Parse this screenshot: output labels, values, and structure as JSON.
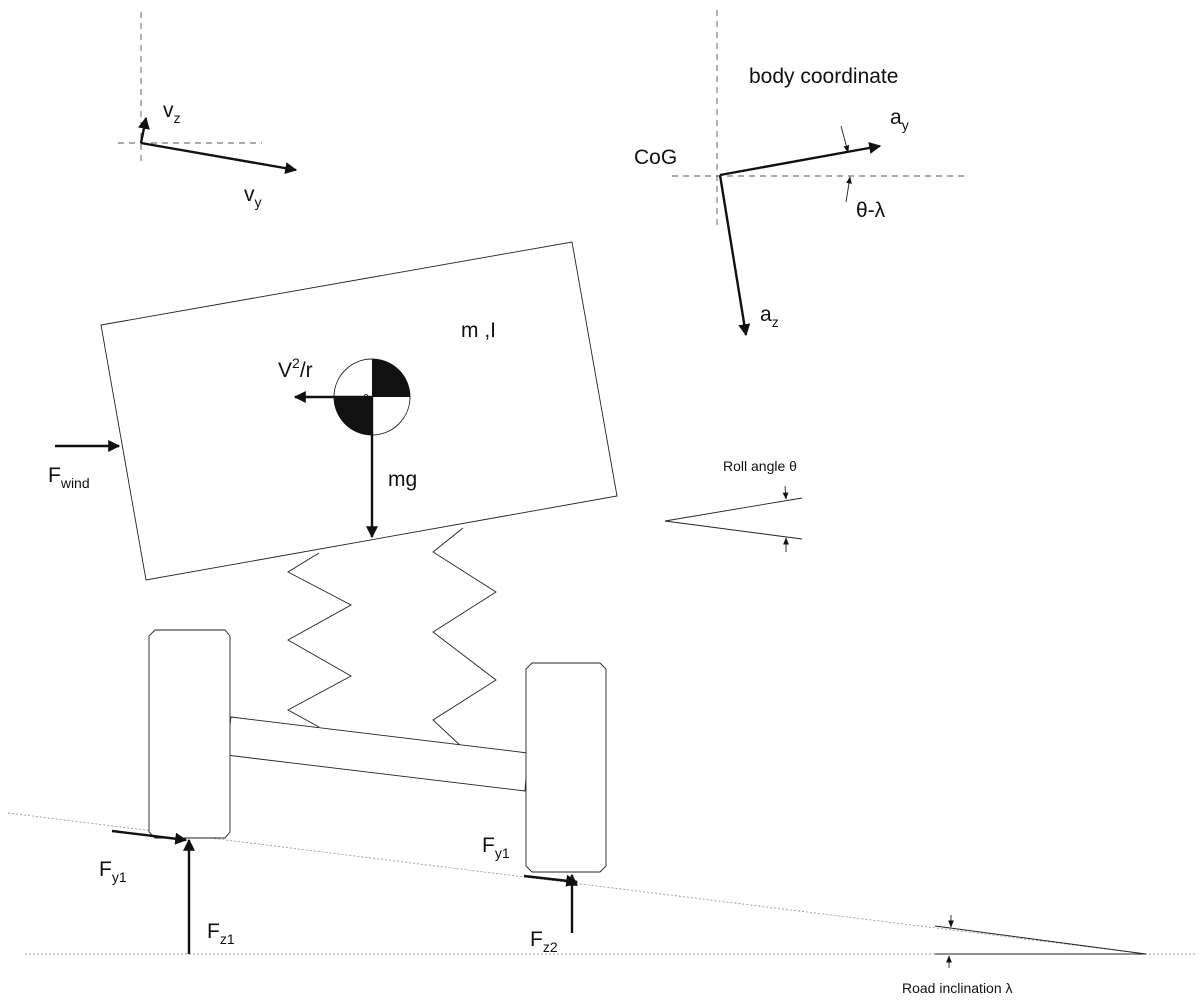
{
  "velocity": {
    "vz": {
      "main": "v",
      "sub": "z"
    },
    "vy": {
      "main": "v",
      "sub": "y"
    }
  },
  "body_frame": {
    "title": "body coordinate",
    "cog": "CoG",
    "ay": {
      "main": "a",
      "sub": "y"
    },
    "az": {
      "main": "a",
      "sub": "z"
    },
    "angle": "θ-λ"
  },
  "vehicle": {
    "mass_inertia": "m ,I",
    "centripetal": {
      "main": "V",
      "sup": "2",
      "rest": "/r"
    },
    "gravity": "mg",
    "wind": {
      "main": "F",
      "sub": "wind"
    }
  },
  "roll": {
    "label": "Roll angle θ"
  },
  "tires": {
    "fy1_left": {
      "main": "F",
      "sub": "y1"
    },
    "fz1": {
      "main": "F",
      "sub": "z1"
    },
    "fy1_right": {
      "main": "F",
      "sub": "y1"
    },
    "fz2": {
      "main": "F",
      "sub": "z2"
    }
  },
  "road": {
    "label": "Road inclination λ"
  }
}
